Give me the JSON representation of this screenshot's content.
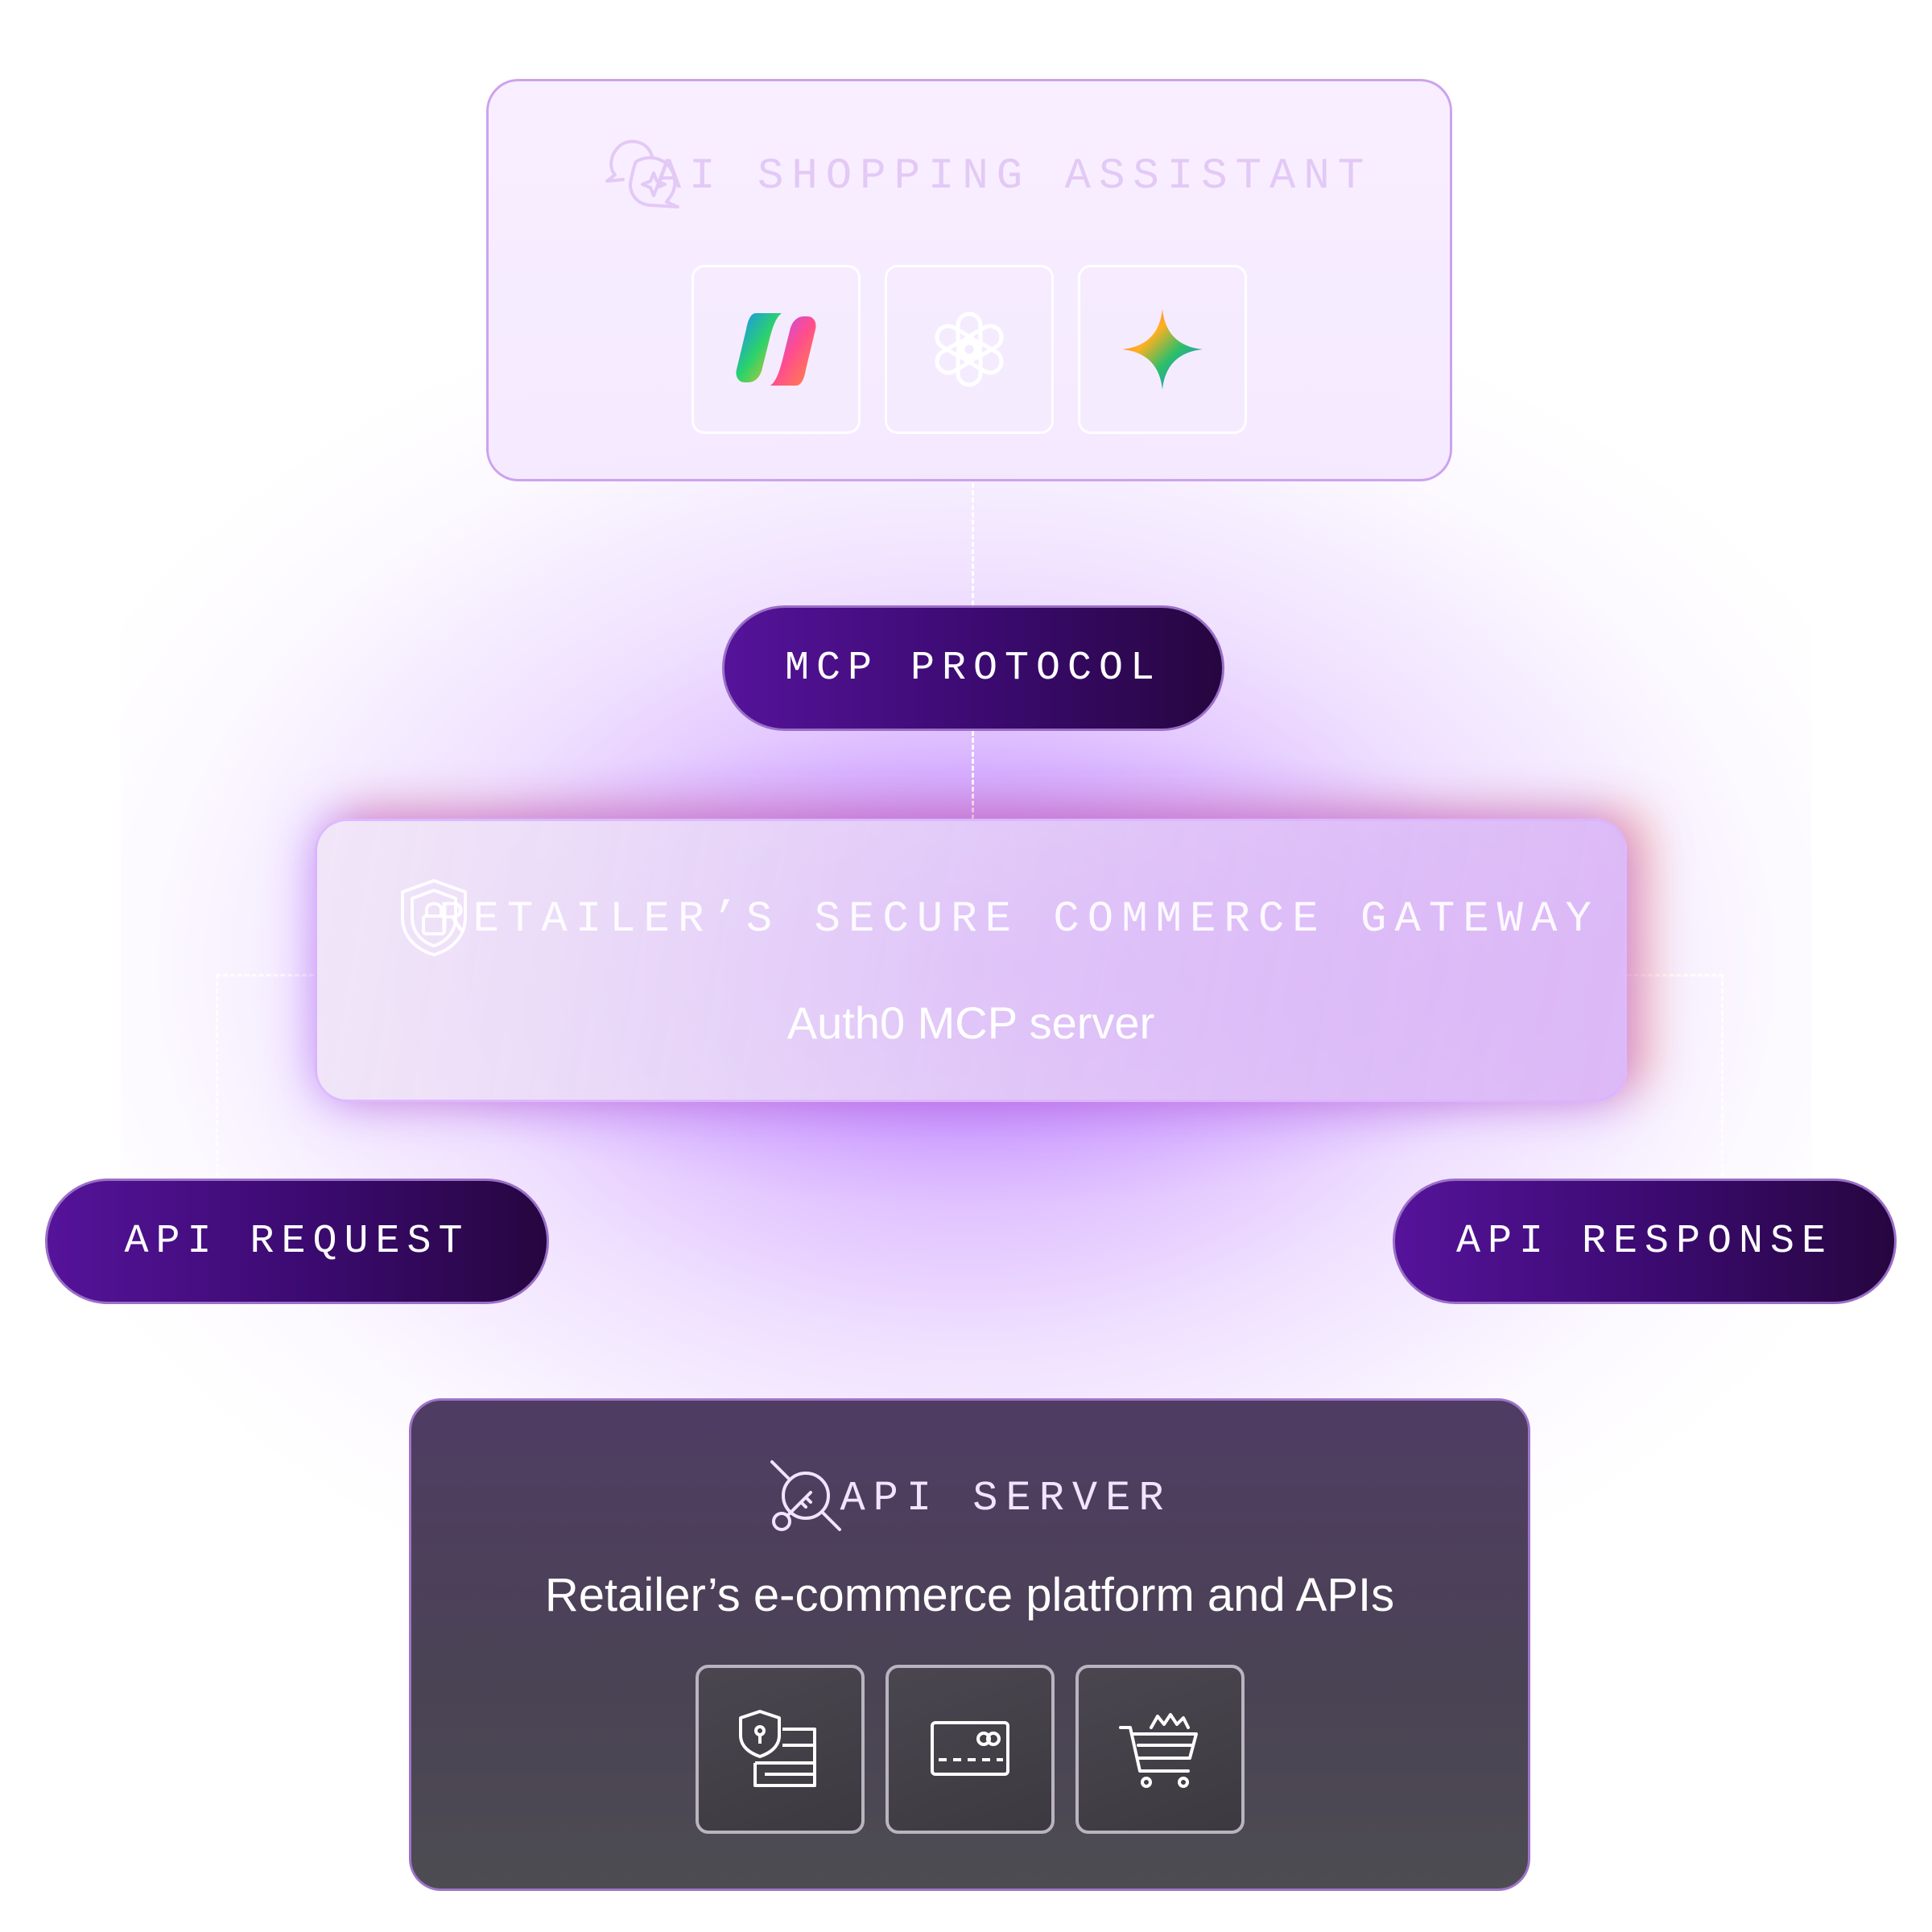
{
  "assistant_card": {
    "title": "AI SHOPPING ASSISTANT",
    "icon": "chat-sparkle-icon",
    "assistants": [
      {
        "name": "copilot-logo"
      },
      {
        "name": "openai-logo"
      },
      {
        "name": "gemini-logo"
      }
    ]
  },
  "mcp_pill": {
    "label": "MCP PROTOCOL"
  },
  "gateway_card": {
    "title": "RETAILER’S SECURE COMMERCE GATEWAY",
    "subtitle": "Auth0 MCP server",
    "icon": "shield-lock-icon"
  },
  "api_request_pill": {
    "label": "API REQUEST"
  },
  "api_response_pill": {
    "label": "API RESPONSE"
  },
  "server_card": {
    "title": "API SERVER",
    "subtitle": "Retailer’s e-commerce platform and APIs",
    "icon": "key-search-icon",
    "tiles": [
      {
        "icon": "secure-database-icon"
      },
      {
        "icon": "credit-card-icon"
      },
      {
        "icon": "shopping-cart-icon"
      }
    ]
  },
  "colors": {
    "pill_start": "#55139a",
    "pill_end": "#26063f",
    "glow": "#b266ff",
    "server_bg": "#4a4354",
    "gateway_accent": "#ff8c5a"
  }
}
